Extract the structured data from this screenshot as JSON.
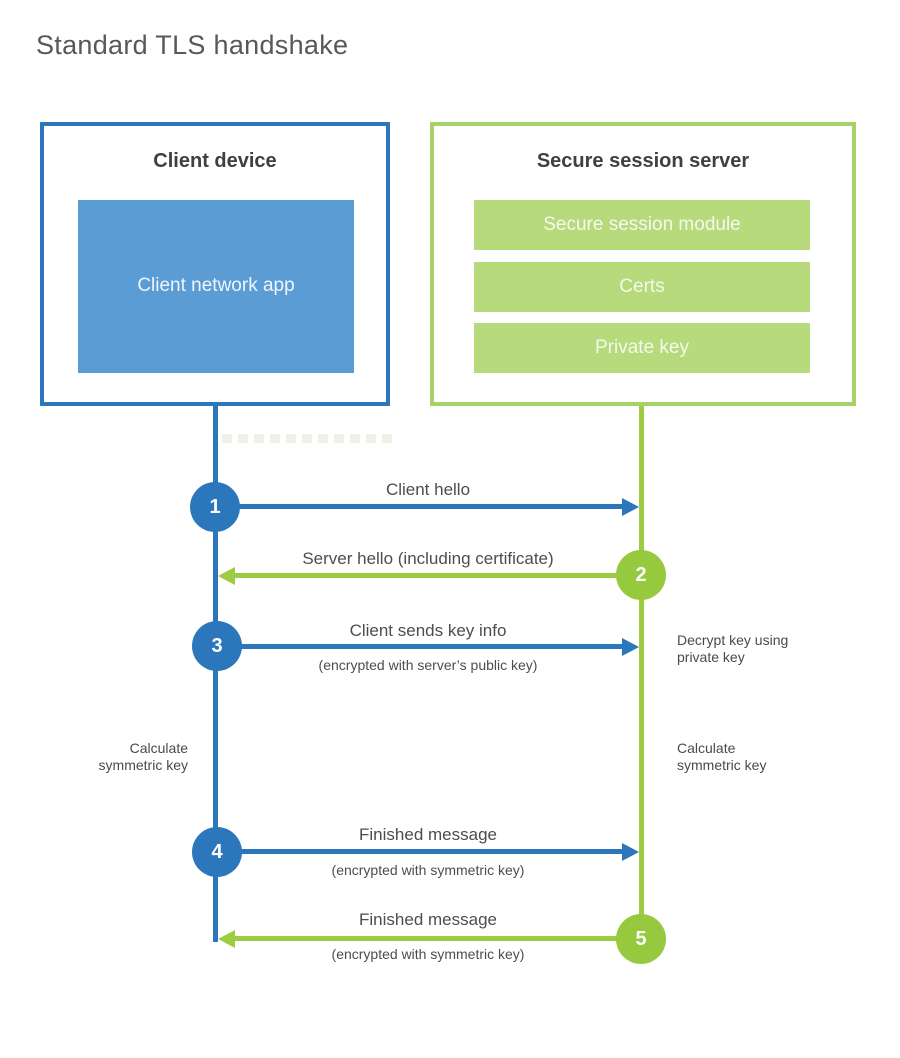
{
  "title": "Standard TLS handshake",
  "colors": {
    "blue_accent": "#2c76bb",
    "blue_fill": "#5c9cd4",
    "green_accent": "#96c93d",
    "green_border": "#a5d367",
    "green_fill": "#b6da7c",
    "heading_text": "#3d4045",
    "label_text": "#4d4d4d"
  },
  "client": {
    "title": "Client device",
    "app": "Client network app"
  },
  "server": {
    "title": "Secure session server",
    "modules": [
      "Secure session module",
      "Certs",
      "Private key"
    ]
  },
  "steps": [
    {
      "num": "1",
      "label": "Client hello",
      "sublabel": "",
      "direction": "client-to-server"
    },
    {
      "num": "2",
      "label": "Server hello (including certificate)",
      "sublabel": "",
      "direction": "server-to-client"
    },
    {
      "num": "3",
      "label": "Client sends key info",
      "sublabel": "(encrypted with server’s public key)",
      "direction": "client-to-server"
    },
    {
      "num": "4",
      "label": "Finished message",
      "sublabel": "(encrypted with symmetric key)",
      "direction": "client-to-server"
    },
    {
      "num": "5",
      "label": "Finished message",
      "sublabel": "(encrypted with symmetric key)",
      "direction": "server-to-client"
    }
  ],
  "notes": {
    "decrypt": "Decrypt key using\nprivate key",
    "calculate_left": "Calculate\nsymmetric key",
    "calculate_right": "Calculate\nsymmetric key"
  }
}
